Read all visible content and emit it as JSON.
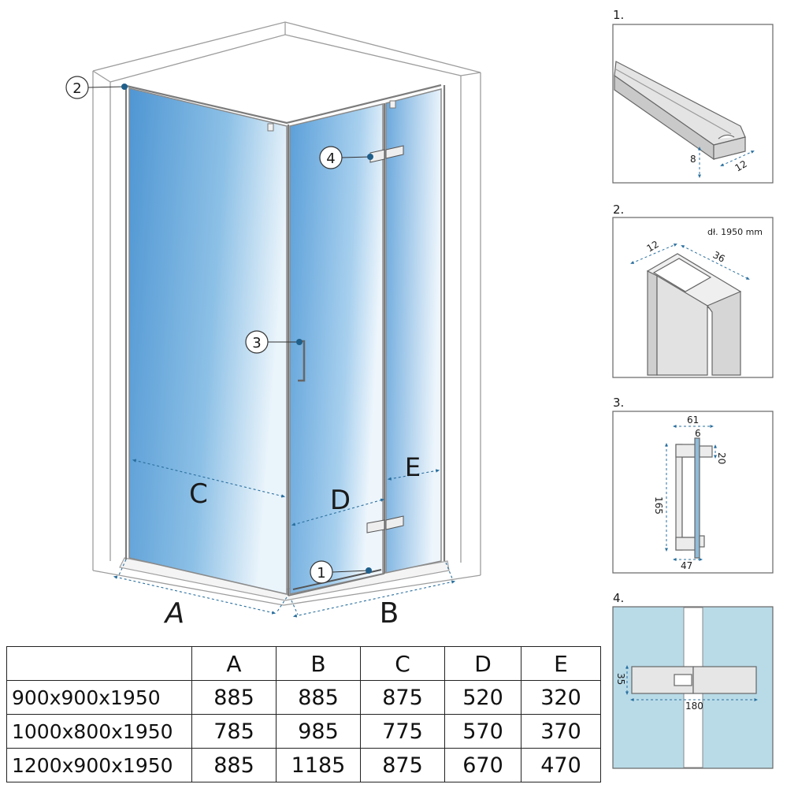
{
  "callouts": {
    "c1": "1",
    "c2": "2",
    "c3": "3",
    "c4": "4"
  },
  "dimension_letters": {
    "a": "A",
    "b": "B",
    "c": "C",
    "d": "D",
    "e": "E"
  },
  "details": {
    "d1": {
      "title": "1.",
      "dim_height": "8",
      "dim_width": "12"
    },
    "d2": {
      "title": "2.",
      "length_note": "dł. 1950 mm",
      "dim_a": "12",
      "dim_b": "36"
    },
    "d3": {
      "title": "3.",
      "dim_width": "61",
      "dim_thickness": "6",
      "dim_depth": "20",
      "dim_height": "165",
      "dim_base": "47"
    },
    "d4": {
      "title": "4.",
      "dim_height": "35",
      "dim_length": "180"
    }
  },
  "table": {
    "headers": [
      "",
      "A",
      "B",
      "C",
      "D",
      "E"
    ],
    "rows": [
      [
        "900x900x1950",
        "885",
        "885",
        "875",
        "520",
        "320"
      ],
      [
        "1000x800x1950",
        "785",
        "985",
        "775",
        "570",
        "370"
      ],
      [
        "1200x900x1950",
        "885",
        "1185",
        "875",
        "670",
        "470"
      ]
    ]
  },
  "colors": {
    "glass": "#5b9fd8",
    "glass_light": "#e8f3fb",
    "frame": "#9a9a9a",
    "dimension": "#2a6f9e",
    "callout_dot": "#1f5f8b",
    "detail4_bg": "#b9dbe8"
  }
}
